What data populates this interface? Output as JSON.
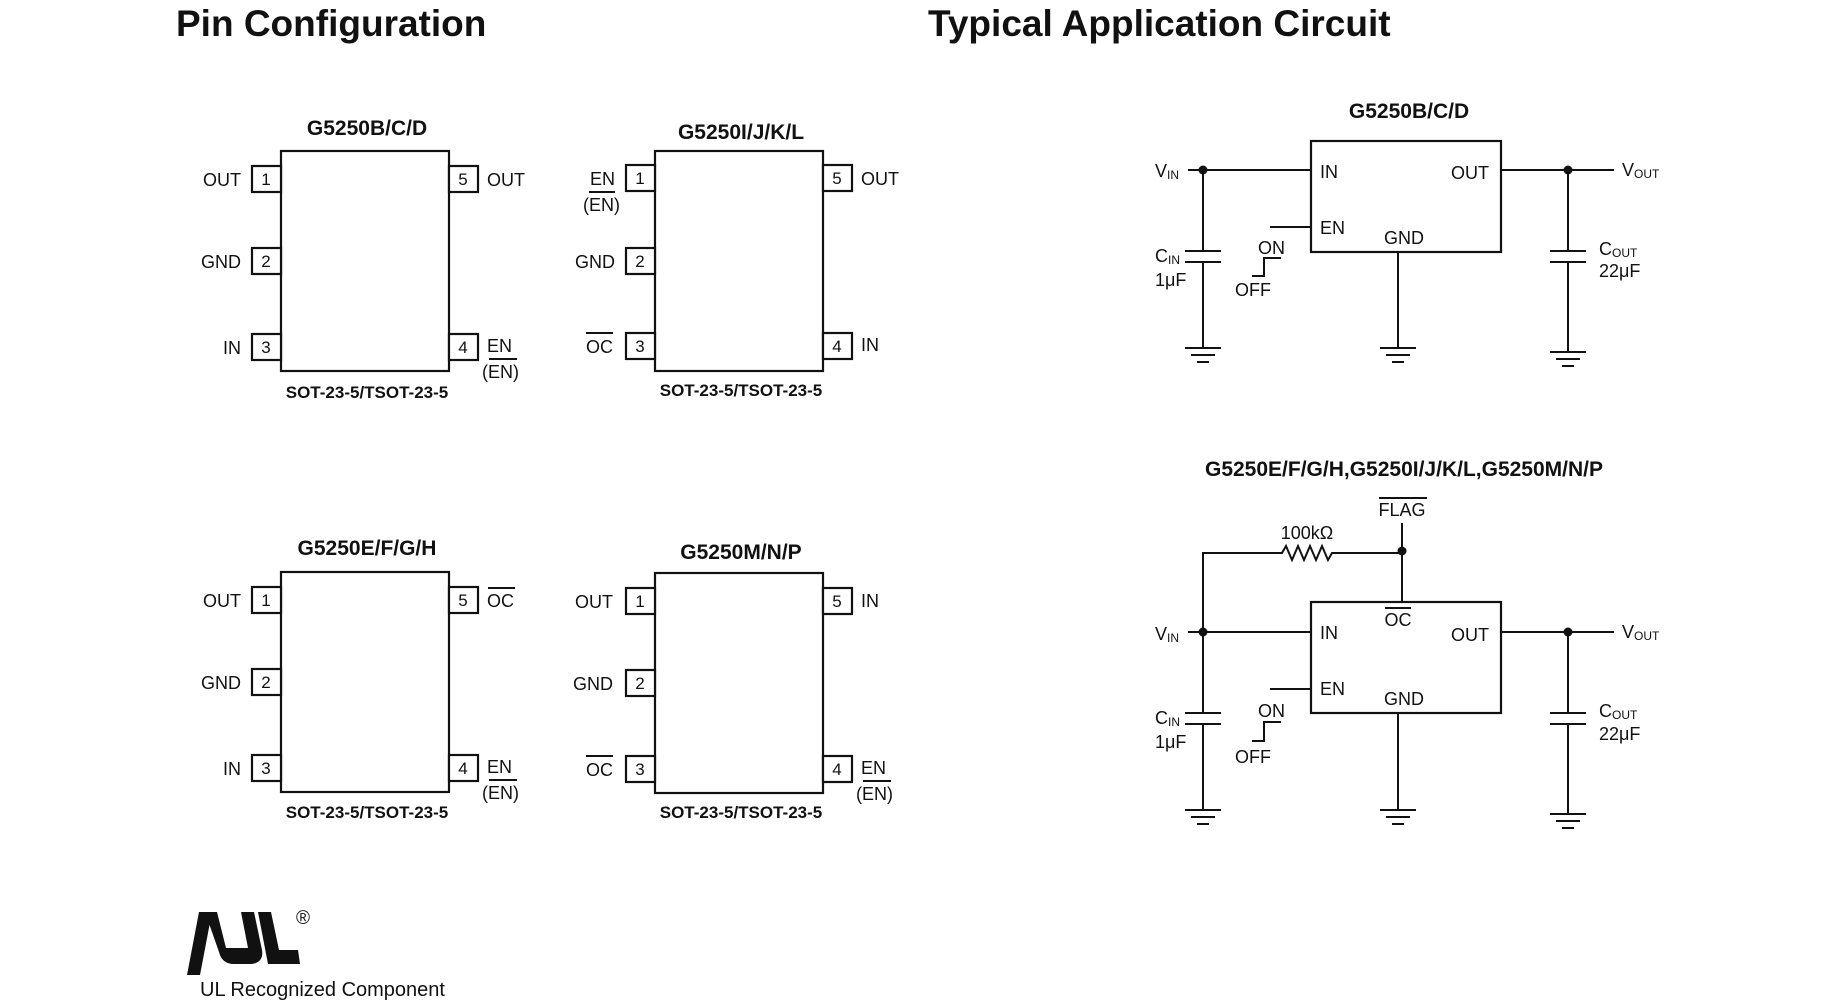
{
  "pin_configuration": {
    "title": "Pin Configuration",
    "package_label": "SOT-23-5/TSOT-23-5",
    "chips": [
      {
        "name": "G5250B/C/D",
        "left": [
          {
            "num": "1",
            "label": "OUT"
          },
          {
            "num": "2",
            "label": "GND"
          },
          {
            "num": "3",
            "label": "IN"
          }
        ],
        "right": [
          {
            "num": "5",
            "label": "OUT",
            "sub": ""
          },
          {
            "num": "4",
            "label": "EN",
            "sub": "(EN)"
          }
        ]
      },
      {
        "name": "G5250I/J/K/L",
        "left": [
          {
            "num": "1",
            "label": "EN",
            "sub": "(EN)"
          },
          {
            "num": "2",
            "label": "GND"
          },
          {
            "num": "3",
            "label": "OC"
          }
        ],
        "right": [
          {
            "num": "5",
            "label": "OUT",
            "sub": ""
          },
          {
            "num": "4",
            "label": "IN",
            "sub": ""
          }
        ]
      },
      {
        "name": "G5250E/F/G/H",
        "left": [
          {
            "num": "1",
            "label": "OUT"
          },
          {
            "num": "2",
            "label": "GND"
          },
          {
            "num": "3",
            "label": "IN"
          }
        ],
        "right": [
          {
            "num": "5",
            "label": "OC",
            "sub": ""
          },
          {
            "num": "4",
            "label": "EN",
            "sub": "(EN)"
          }
        ]
      },
      {
        "name": "G5250M/N/P",
        "left": [
          {
            "num": "1",
            "label": "OUT"
          },
          {
            "num": "2",
            "label": "GND"
          },
          {
            "num": "3",
            "label": "OC"
          }
        ],
        "right": [
          {
            "num": "5",
            "label": "IN",
            "sub": ""
          },
          {
            "num": "4",
            "label": "EN",
            "sub": "(EN)"
          }
        ]
      }
    ]
  },
  "application_circuit": {
    "title": "Typical Application Circuit",
    "circuit1": {
      "title": "G5250B/C/D"
    },
    "circuit2": {
      "title": "G5250E/F/G/H,G5250I/J/K/L,G5250M/N/P",
      "resistor": "100kΩ",
      "flag": "FLAG",
      "oc": "OC"
    },
    "vin": "V",
    "vin_sub": "IN",
    "vout": "V",
    "vout_sub": "OUT",
    "cin": "C",
    "cin_sub": "IN",
    "cin_val": "1μF",
    "cout": "C",
    "cout_sub": "OUT",
    "cout_val": "22μF",
    "pin_in": "IN",
    "pin_out": "OUT",
    "pin_en": "EN",
    "pin_gnd": "GND",
    "on": "ON",
    "off": "OFF"
  },
  "ul": {
    "caption": "UL Recognized Component",
    "registered": "®"
  }
}
